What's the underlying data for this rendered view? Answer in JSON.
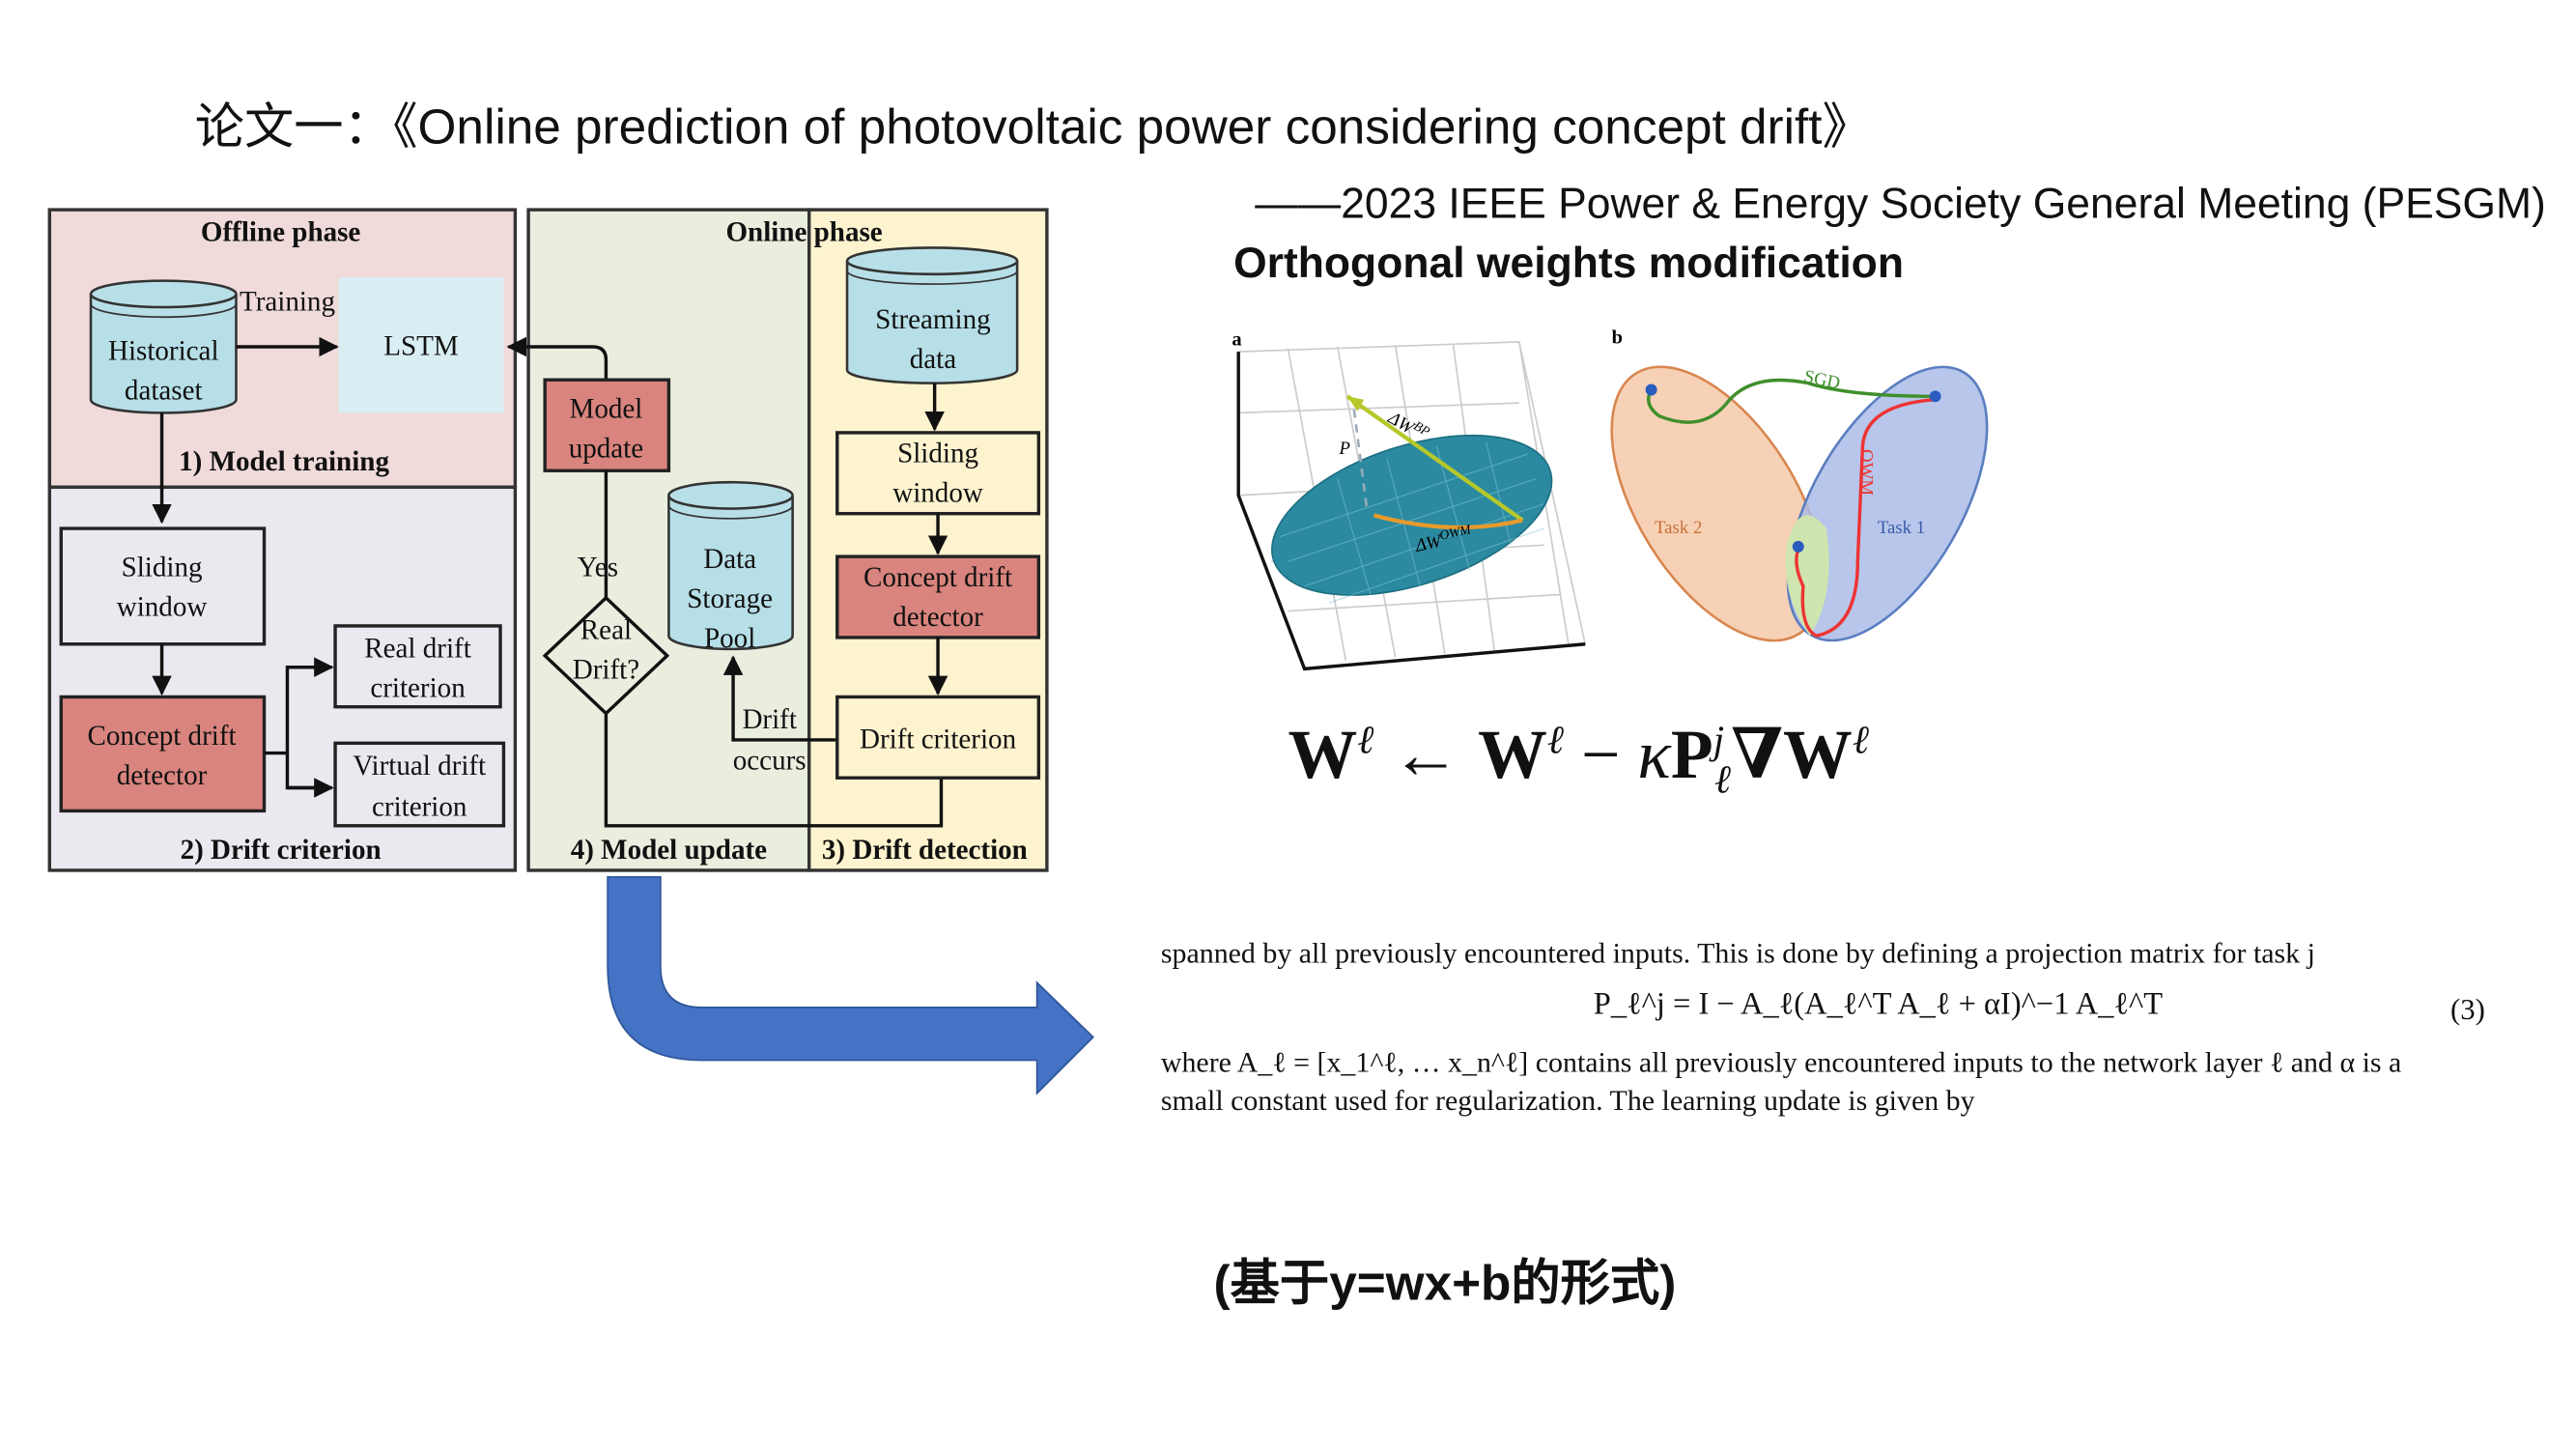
{
  "title": "论文一：《Online prediction of photovoltaic power considering concept drift》",
  "venue": "——2023 IEEE Power & Energy Society General Meeting (PESGM)",
  "section_heading": "Orthogonal weights modification",
  "flowchart": {
    "offline_phase": "Offline phase",
    "online_phase": "Online phase",
    "historical": [
      "Historical",
      "dataset"
    ],
    "training": "Training",
    "lstm": "LSTM",
    "model_training": "1) Model training",
    "sliding_window_left": [
      "Sliding",
      "window"
    ],
    "concept_drift_left": [
      "Concept drift",
      "detector"
    ],
    "real_drift_criterion": [
      "Real drift",
      "criterion"
    ],
    "virtual_drift_criterion": [
      "Virtual drift",
      "criterion"
    ],
    "drift_criterion_section": "2) Drift criterion",
    "model_update_box": [
      "Model",
      "update"
    ],
    "yes": "Yes",
    "real_drift_q": [
      "Real",
      "Drift?"
    ],
    "data_storage": [
      "Data",
      "Storage",
      "Pool"
    ],
    "drift_occurs": [
      "Drift",
      "occurs"
    ],
    "streaming": [
      "Streaming",
      "data"
    ],
    "sliding_window_right": [
      "Sliding",
      "window"
    ],
    "concept_drift_right": [
      "Concept drift",
      "detector"
    ],
    "drift_criterion_box": "Drift criterion",
    "model_update_section": "4) Model update",
    "drift_detection_section": "3) Drift detection",
    "colors": {
      "offline": "#f0dada",
      "drift_panel": "#ebe8ef",
      "online_green": "#e9eedf",
      "online_yellow": "#fdf3cf",
      "cylinder": "#b7dfe8",
      "lstm": "#d8eef3",
      "red_box": "#d9847e",
      "arrow_blue": "#4472c4"
    }
  },
  "figure": {
    "panel_a": "a",
    "panel_b": "b",
    "delta_w_bp": "ΔW",
    "bp_sup": "BP",
    "delta_w_owm": "ΔW",
    "owm_sup": "OWM",
    "p_label": "P",
    "sgd": "SGD",
    "owm": "OWM",
    "task1": "Task 1",
    "task2": "Task 2"
  },
  "formula": {
    "w": "W",
    "l": "ℓ",
    "arrow": " ← ",
    "minus": " − ",
    "kappa": "κ",
    "p": "P",
    "j": "j",
    "nabla": "∇"
  },
  "paper": {
    "line1": "spanned by all previously encountered inputs. This is done by defining a projection matrix for task j",
    "equation": "P_ℓ^j = I − A_ℓ(A_ℓ^T A_ℓ + αI)^−1 A_ℓ^T",
    "eq_number": "(3)",
    "line2": "where A_ℓ = [x_1^ℓ, … x_n^ℓ] contains all previously encountered inputs to the network layer ℓ and α is a",
    "line3": "small constant used for regularization. The learning update is given by"
  },
  "note": "(基于y=wx+b的形式)"
}
